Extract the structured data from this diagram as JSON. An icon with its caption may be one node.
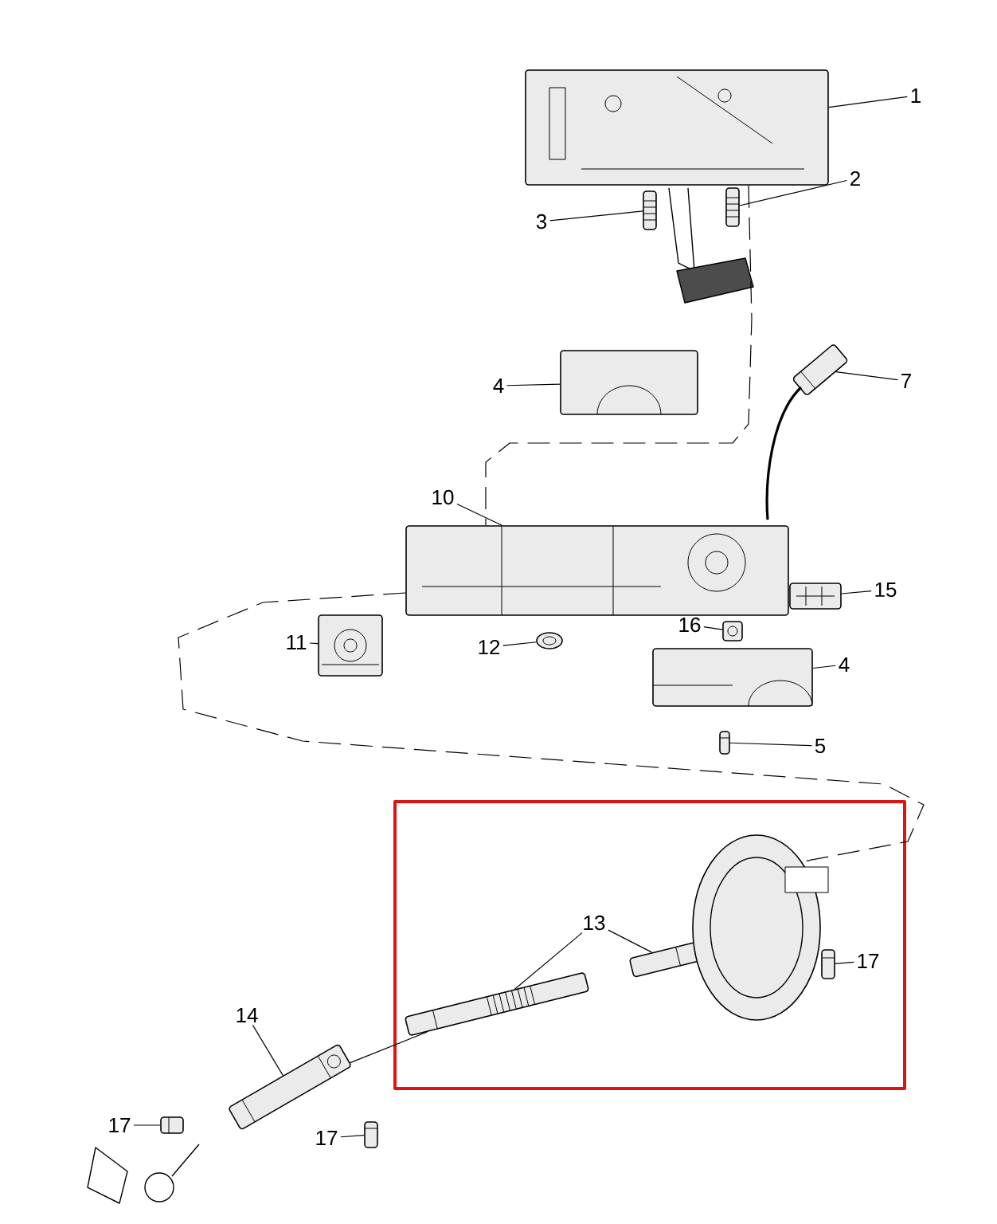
{
  "diagram": {
    "nodes": [
      {
        "text": [
          "1"
        ]
      },
      {
        "text": [],
        "shape": "picture"
      },
      {
        "text": [
          "2"
        ]
      },
      {
        "text": [],
        "shape": "picture"
      },
      {
        "text": [
          "3"
        ]
      },
      {
        "text": [],
        "shape": "picture"
      },
      {
        "text": [
          "4"
        ]
      },
      {
        "text": [],
        "shape": "picture"
      },
      {
        "text": [
          "7"
        ]
      },
      {
        "text": [],
        "shape": "picture"
      },
      {
        "text": [
          "10"
        ]
      },
      {
        "text": [],
        "shape": "picture"
      },
      {
        "text": [
          "11"
        ]
      },
      {
        "text": [],
        "shape": "picture"
      },
      {
        "text": [
          "12"
        ]
      },
      {
        "text": [],
        "shape": "picture"
      },
      {
        "text": [
          "15"
        ]
      },
      {
        "text": [],
        "shape": "picture"
      },
      {
        "text": [
          "16"
        ]
      },
      {
        "text": [],
        "shape": "picture"
      },
      {
        "text": [
          "4"
        ]
      },
      {
        "text": [],
        "shape": "picture"
      },
      {
        "text": [
          "5"
        ]
      },
      {
        "text": [],
        "shape": "picture"
      },
      {
        "text": [
          "13"
        ]
      },
      {
        "text": [],
        "shape": "picture"
      },
      {
        "text": [],
        "shape": "picture"
      },
      {
        "text": [
          "14"
        ]
      },
      {
        "text": [],
        "shape": "picture"
      },
      {
        "text": [
          "17"
        ]
      },
      {
        "text": [],
        "shape": "picture"
      },
      {
        "text": [
          "17"
        ]
      },
      {
        "text": [],
        "shape": "picture"
      },
      {
        "text": [
          "17"
        ]
      },
      {
        "text": [],
        "shape": "picture"
      },
      {
        "text": [],
        "shape": "picture"
      }
    ],
    "edges": [
      {
        "from": 0,
        "to": 1,
        "arrow": "none"
      },
      {
        "from": 2,
        "to": 3,
        "arrow": "none"
      },
      {
        "from": 4,
        "to": 5,
        "arrow": "none"
      },
      {
        "from": 6,
        "to": 7,
        "arrow": "none"
      },
      {
        "from": 8,
        "to": 9,
        "arrow": "none"
      },
      {
        "from": 10,
        "to": 11,
        "arrow": "none"
      },
      {
        "from": 12,
        "to": 13,
        "arrow": "none"
      },
      {
        "from": 14,
        "to": 15,
        "arrow": "none"
      },
      {
        "from": 16,
        "to": 17,
        "arrow": "none"
      },
      {
        "from": 18,
        "to": 19,
        "arrow": "none"
      },
      {
        "from": 20,
        "to": 21,
        "arrow": "none"
      },
      {
        "from": 22,
        "to": 23,
        "arrow": "none"
      },
      {
        "from": 24,
        "to": 25,
        "arrow": "none"
      },
      {
        "from": 24,
        "to": 26,
        "arrow": "none"
      },
      {
        "from": 27,
        "to": 28,
        "arrow": "none"
      },
      {
        "from": 29,
        "to": 30,
        "arrow": "none"
      },
      {
        "from": 31,
        "to": 32,
        "arrow": "none"
      },
      {
        "from": 33,
        "to": 34,
        "arrow": "none"
      },
      {
        "from": 1,
        "to": 11,
        "arrow": "none",
        "style": "dashed"
      },
      {
        "from": 11,
        "to": 35,
        "arrow": "none",
        "style": "dashed"
      },
      {
        "from": 25,
        "to": 28,
        "arrow": "none"
      }
    ]
  }
}
